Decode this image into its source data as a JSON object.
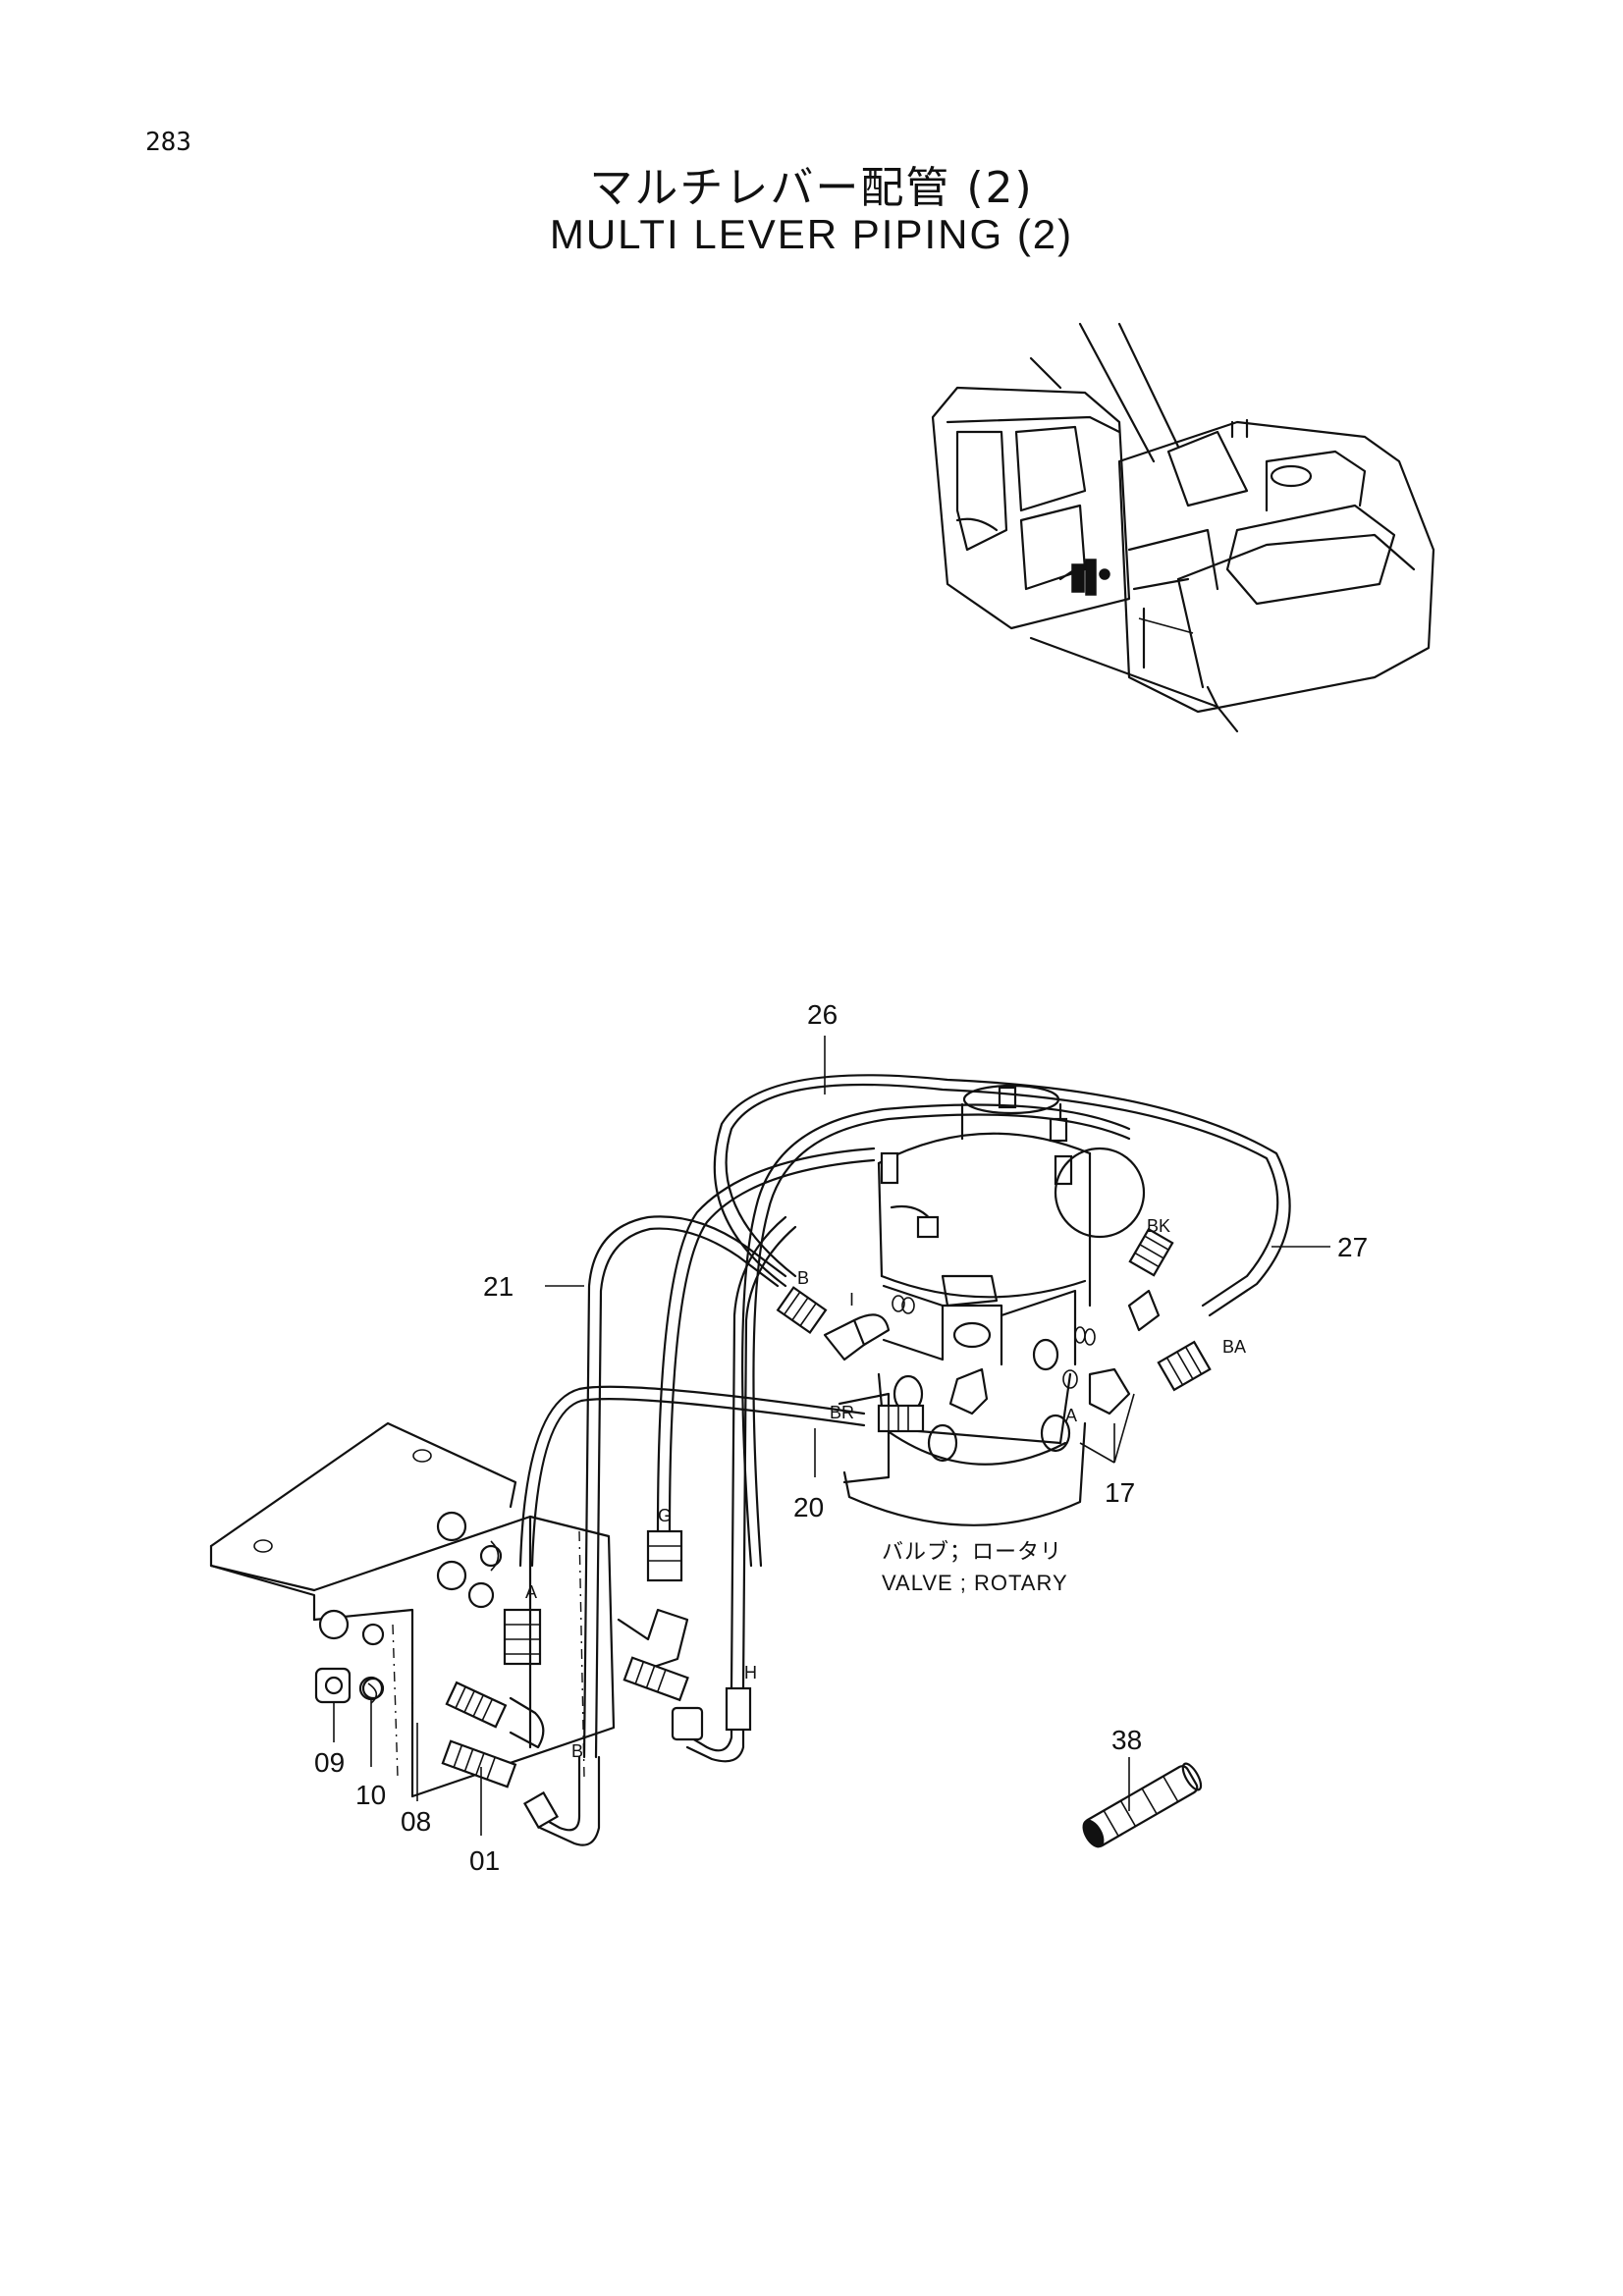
{
  "page_number": "283",
  "title_jp": "マルチレバー配管 (2)",
  "title_en": "MULTI LEVER PIPING (2)",
  "valve_label_jp": "バルブ；ロータリ",
  "valve_label_en": "VALVE ; ROTARY",
  "part_numbers": {
    "p26": "26",
    "p27": "27",
    "p21": "21",
    "p20": "20",
    "p17": "17",
    "p09": "09",
    "p10": "10",
    "p08": "08",
    "p01": "01",
    "p38": "38"
  },
  "port_labels": {
    "b_top": "B",
    "bk": "BK",
    "ba": "BA",
    "br": "BR",
    "i": "I",
    "a_valve": "A",
    "g": "G",
    "a_left": "A",
    "b_bottom": "B",
    "h": "H"
  }
}
